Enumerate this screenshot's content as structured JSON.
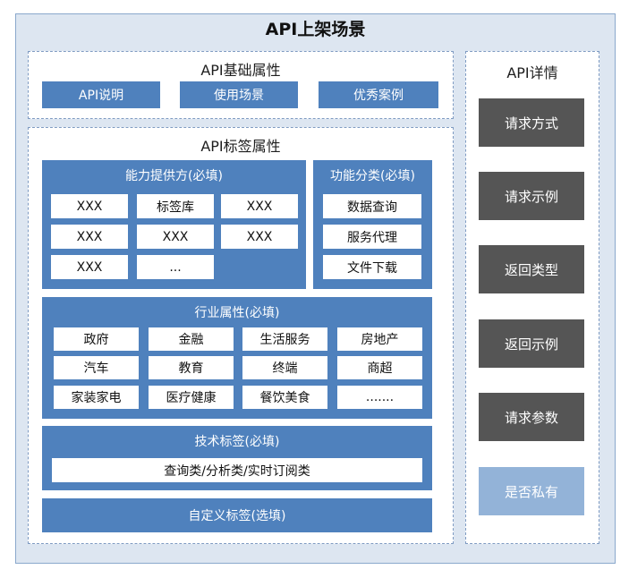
{
  "title": "API上架场景",
  "basic": {
    "title": "API基础属性",
    "items": [
      "API说明",
      "使用场景",
      "优秀案例"
    ]
  },
  "tags": {
    "title": "API标签属性",
    "provider": {
      "title": "能力提供方(必填)",
      "items": [
        "XXX",
        "标签库",
        "XXX",
        "XXX",
        "XXX",
        "XXX",
        "XXX",
        "..."
      ]
    },
    "function": {
      "title": "功能分类(必填)",
      "items": [
        "数据查询",
        "服务代理",
        "文件下载"
      ]
    },
    "industry": {
      "title": "行业属性(必填)",
      "items": [
        "政府",
        "金融",
        "生活服务",
        "房地产",
        "汽车",
        "教育",
        "终端",
        "商超",
        "家装家电",
        "医疗健康",
        "餐饮美食",
        "......."
      ]
    },
    "tech": {
      "title": "技术标签(必填)",
      "value": "查询类/分析类/实时订阅类"
    },
    "custom": "自定义标签(选填)"
  },
  "details": {
    "title": "API详情",
    "items": [
      "请求方式",
      "请求示例",
      "返回类型",
      "返回示例",
      "请求参数",
      "是否私有"
    ]
  },
  "colors": {
    "panel_blue": "#4f81bd",
    "dark_box": "#555555",
    "light_box": "#93b3d8",
    "background": "#dde6f1"
  }
}
